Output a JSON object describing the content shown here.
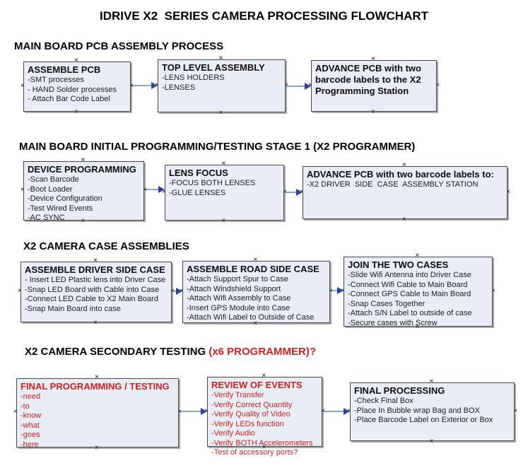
{
  "title": "IDRIVE X2  SERIES CAMERA PROCESSING FLOWCHART",
  "glyphs": {
    "handle": "×"
  },
  "colors": {
    "background": "#ffffff",
    "box_fill": "#e9edf6",
    "box_border": "#474747",
    "red_text": "#cc2222",
    "arrow_line": "#8ea4c6",
    "arrow_head": "#2d3f9c"
  },
  "sections": [
    {
      "heading": "MAIN BOARD PCB ASSEMBLY PROCESS",
      "boxes": [
        {
          "title": "ASSEMBLE PCB",
          "items": [
            "-SMT processes",
            "- HAND Solder processes",
            "- Attach Bar Code Label"
          ]
        },
        {
          "title": "TOP LEVEL ASSEMBLY",
          "items": [
            "-LENS HOLDERS",
            "-LENSES"
          ]
        },
        {
          "title": "ADVANCE PCB with two barcode labels to the X2 Programming Station",
          "items": []
        }
      ]
    },
    {
      "heading": "MAIN BOARD INITIAL PROGRAMMING/TESTING STAGE 1 (X2 PROGRAMMER)",
      "boxes": [
        {
          "title": "DEVICE PROGRAMMING",
          "items": [
            "-Scan Barcode",
            "-Boot Loader",
            "-Device Configuration",
            "-Test Wired Events",
            "-AC SYNC"
          ]
        },
        {
          "title": "LENS FOCUS",
          "items": [
            "-FOCUS BOTH LENSES",
            "-GLUE LENSES"
          ]
        },
        {
          "title": "ADVANCE PCB with two barcode labels to:",
          "items": [
            "-X2 DRIVER  SIDE  CASE  ASSEMBLY STATION"
          ]
        }
      ]
    },
    {
      "heading": "X2 CAMERA CASE ASSEMBLIES",
      "boxes": [
        {
          "title": "ASSEMBLE DRIVER SIDE CASE",
          "items": [
            "- Insert LED Plastic lens into Driver Case",
            "-Snap LED Board with Cable into Case",
            "-Connect LED Cable to X2 Main Board",
            "-Snap Main Board into case"
          ]
        },
        {
          "title": "ASSEMBLE ROAD SIDE CASE",
          "items": [
            "-Attach Support Spur to Case",
            "-Attach Windshield Support",
            "-Attach Wifi Assembly to Case",
            "-Insert GPS Module into Case",
            "-Attach Wifi Label to Outside of Case"
          ]
        },
        {
          "title": "JOIN THE TWO CASES",
          "items": [
            "-Slide Wifi Antenna into Driver Case",
            "-Connect Wifi Cable to Main Board",
            "-Connect GPS Cable to Main Board",
            "-Snap Cases Together",
            "-Attach S/N Label to outside of case",
            "-Secure cases with Screw"
          ]
        }
      ]
    },
    {
      "heading": "X2 CAMERA SECONDARY TESTING",
      "heading_suffix": " (x6 PROGRAMMER)?",
      "boxes": [
        {
          "title": "FINAL PROGRAMMING / TESTING",
          "items": [
            "-need",
            "-to",
            "-know",
            "-what",
            "-goes",
            "-here"
          ]
        },
        {
          "title": "REVIEW OF EVENTS",
          "items": [
            "-Verify Transfer",
            "-Verify Correct Quantity",
            "-Verify Quality of Video",
            "-Verify LEDs function",
            "-Verify Audio",
            "-Verify BOTH Accelerometers",
            "-Test of accessory ports?"
          ]
        },
        {
          "title": "FINAL PROCESSING",
          "items": [
            "-Check Final Box",
            "-Place In Bubble wrap Bag and BOX",
            "-Place Barcode Label on Exterior or Box"
          ]
        }
      ]
    }
  ]
}
